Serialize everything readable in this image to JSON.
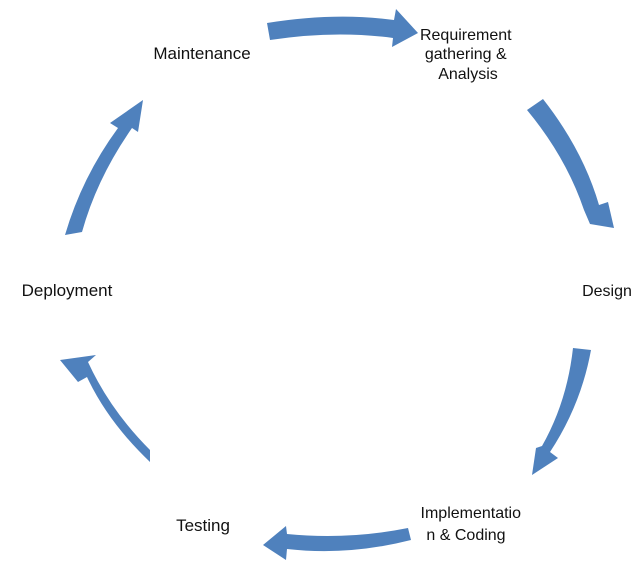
{
  "diagram": {
    "stages": [
      {
        "id": "requirement",
        "lines": [
          "Requirement",
          "gathering &",
          "Analysis"
        ]
      },
      {
        "id": "design",
        "lines": [
          "Design"
        ]
      },
      {
        "id": "implementation",
        "lines": [
          "Implementatio",
          "n & Coding"
        ]
      },
      {
        "id": "testing",
        "lines": [
          "Testing"
        ]
      },
      {
        "id": "deployment",
        "lines": [
          "Deployment"
        ]
      },
      {
        "id": "maintenance",
        "lines": [
          "Maintenance"
        ]
      }
    ],
    "arrow_color": "#4f81bd",
    "text_color": "#111111"
  }
}
